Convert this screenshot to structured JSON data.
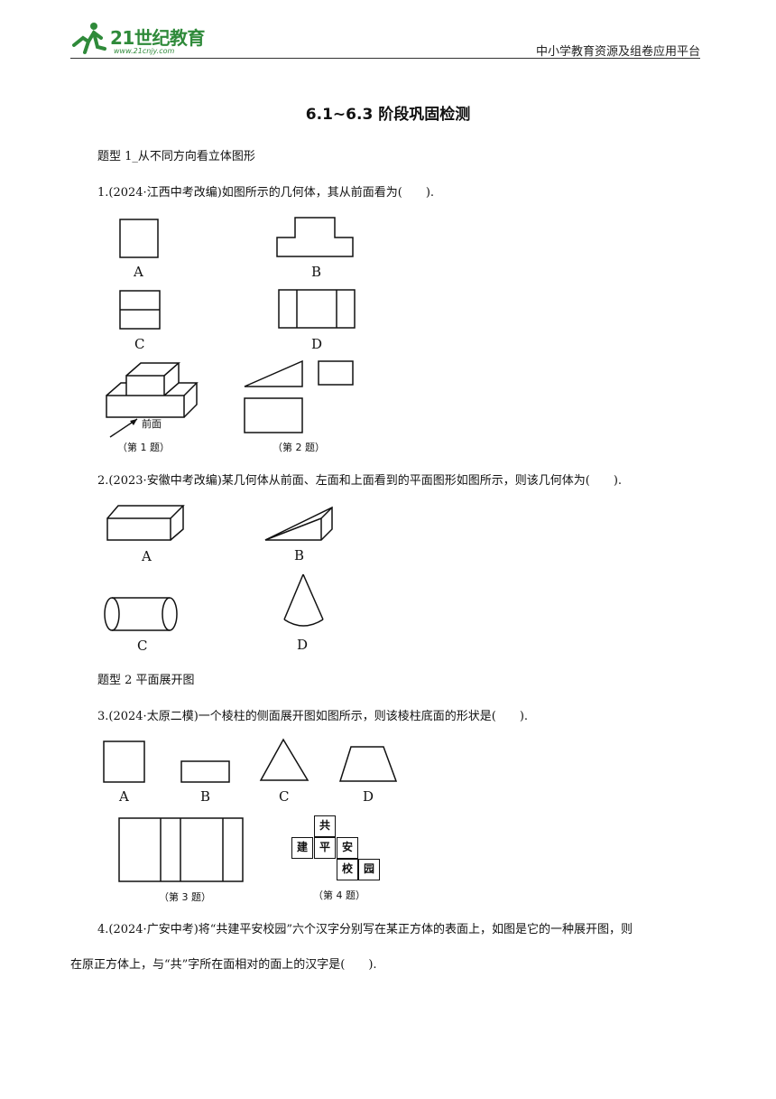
{
  "header": {
    "logo_text": "21世纪教育",
    "logo_url": "www.21cnjy.com",
    "platform": "中小学教育资源及组卷应用平台"
  },
  "title": "6.1~6.3 阶段巩固检测",
  "section1": "题型 1_从不同方向看立体图形",
  "q1": {
    "text": "1.(2024·江西中考改编)如图所示的几何体，其从前面看为(　　).",
    "options": [
      "A",
      "B",
      "C",
      "D"
    ],
    "front_label": "前面",
    "caption": "（第 1 题）"
  },
  "q2": {
    "caption": "（第 2 题）",
    "text": "2.(2023·安徽中考改编)某几何体从前面、左面和上面看到的平面图形如图所示，则该几何体为(　　).",
    "options": [
      "A",
      "B",
      "C",
      "D"
    ]
  },
  "section2": "题型 2  平面展开图",
  "q3": {
    "text": "3.(2024·太原二模)一个棱柱的侧面展开图如图所示，则该棱柱底面的形状是(　　).",
    "options": [
      "A",
      "B",
      "C",
      "D"
    ],
    "caption": "（第 3 题）"
  },
  "q4": {
    "cells": [
      "共",
      "建",
      "平",
      "安",
      "校",
      "园"
    ],
    "caption": "（第 4 题）",
    "text_line1": "4.(2024·广安中考)将“共建平安校园”六个汉字分别写在某正方体的表面上，如图是它的一种展开图，则",
    "text_line2": "在原正方体上，与“共”字所在面相对的面上的汉字是(　　)."
  }
}
